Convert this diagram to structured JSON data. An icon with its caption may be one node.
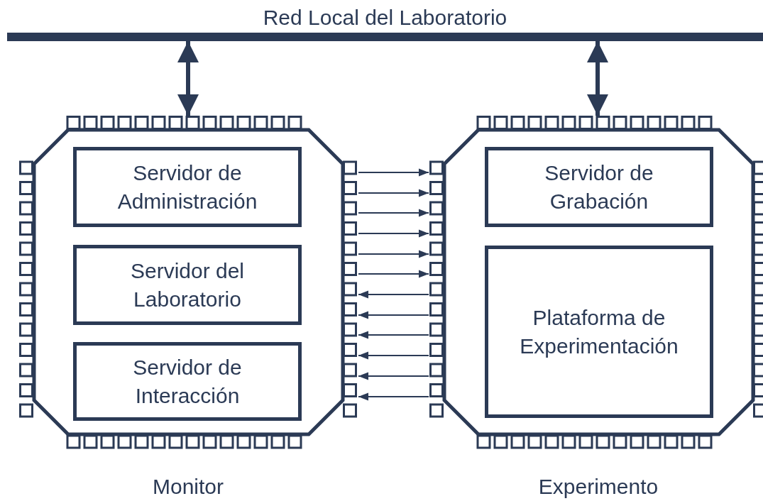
{
  "diagram": {
    "nodes": [
      {
        "text": [
          "Red Local del Laboratorio"
        ]
      },
      {
        "text": [
          "Monitor"
        ]
      },
      {
        "text": [
          "Servidor de Administración"
        ],
        "in": 1
      },
      {
        "text": [
          "Servidor del Laboratorio"
        ],
        "in": 1
      },
      {
        "text": [
          "Servidor de Interacción"
        ],
        "in": 1
      },
      {
        "text": [
          "Experimento"
        ]
      },
      {
        "text": [
          "Servidor de Grabación"
        ],
        "in": 5
      },
      {
        "text": [
          "Plataforma de Experimentación"
        ],
        "in": 5
      }
    ],
    "edges": [
      {
        "from": 0,
        "to": 1,
        "arrow": "both",
        "style": "thick"
      },
      {
        "from": 0,
        "to": 5,
        "arrow": "both",
        "style": "thick"
      },
      {
        "from": 1,
        "to": 5,
        "arrow": "to"
      },
      {
        "from": 1,
        "to": 5,
        "arrow": "to"
      },
      {
        "from": 1,
        "to": 5,
        "arrow": "to"
      },
      {
        "from": 1,
        "to": 5,
        "arrow": "to"
      },
      {
        "from": 1,
        "to": 5,
        "arrow": "to"
      },
      {
        "from": 1,
        "to": 5,
        "arrow": "to"
      },
      {
        "from": 5,
        "to": 1,
        "arrow": "to"
      },
      {
        "from": 5,
        "to": 1,
        "arrow": "to"
      },
      {
        "from": 5,
        "to": 1,
        "arrow": "to"
      },
      {
        "from": 5,
        "to": 1,
        "arrow": "to"
      },
      {
        "from": 5,
        "to": 1,
        "arrow": "to"
      },
      {
        "from": 5,
        "to": 1,
        "arrow": "to"
      }
    ]
  }
}
